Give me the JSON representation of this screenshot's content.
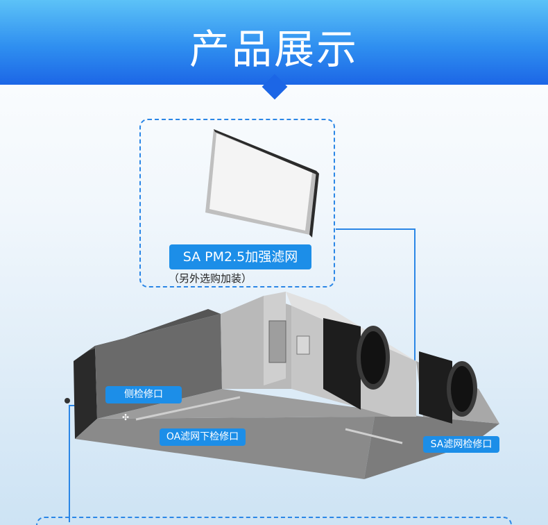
{
  "header": {
    "title": "产品展示"
  },
  "filter_callout": {
    "label": "SA PM2.5加强滤网",
    "note": "（另外选购加装）"
  },
  "callouts": {
    "side_port": "侧检修口",
    "oa_filter_port": "OA滤网下检修口",
    "sa_filter_port": "SA滤网检修口"
  },
  "colors": {
    "header_top": "#5cc2f7",
    "header_bottom": "#1c66e6",
    "accent": "#1c8ee8",
    "dashed_border": "#2a86e6"
  }
}
